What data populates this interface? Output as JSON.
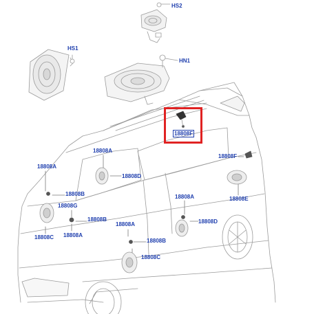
{
  "diagram": {
    "highlight_color": "#e02222",
    "label_color": "#1f3fae",
    "labels": {
      "hs2": "HS2",
      "hs1": "HS1",
      "hn1": "HN1",
      "l18808f_hl": "18808F",
      "l18808a_1": "18808A",
      "l18808d_1": "18808D",
      "l18808f_r": "18808F",
      "l18808e": "18808E",
      "l18808a_2": "18808A",
      "l18808b_1": "18808B",
      "l18808g": "18808G",
      "l18808b_2": "18808B",
      "l18808c_1": "18808C",
      "l18808a_3": "18808A",
      "l18808a_4": "18808A",
      "l18808d_2": "18808D",
      "l18808a_5": "18808A",
      "l18808b_3": "18808B",
      "l18808c_2": "18808C"
    }
  }
}
